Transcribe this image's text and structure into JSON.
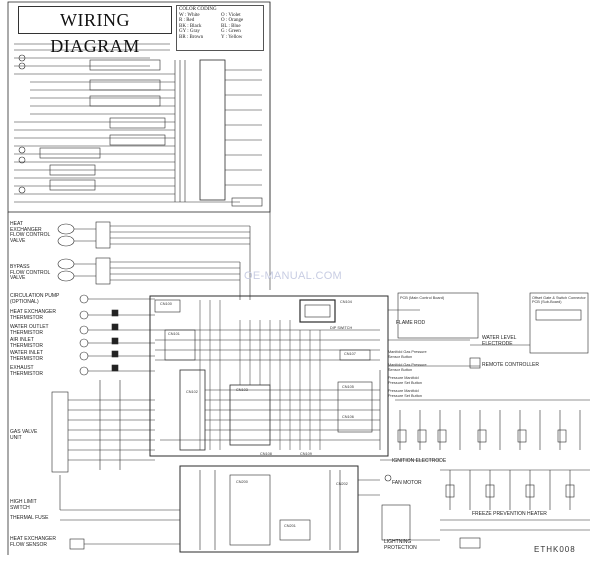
{
  "title": "WIRING DIAGRAM",
  "watermark": "OE-MANUAL.COM",
  "doc_code": "ETHK008",
  "color_coding": {
    "title": "COLOR CODING",
    "entries": [
      "W : White",
      "O : Violet",
      "R : Red",
      "O : Orange",
      "BK : Black",
      "BL : Blue",
      "GY : Gray",
      "G : Green",
      "BR : Brown",
      "Y : Yellow"
    ]
  },
  "left_labels": {
    "heat_exchanger_valve": "HEAT\nEXCHANGER\nFLOW CONTROL\nVALVE",
    "bypass_valve": "BYPASS\nFLOW CONTROL\nVALVE",
    "circulation_pump": "CIRCULATION PUMP\n(OPTIONAL)",
    "heat_exchanger_thermistor": "HEAT EXCHANGER\nTHERMISTOR",
    "water_outlet_thermistor": "WATER OUTLET\nTHERMISTOR",
    "air_inlet_thermistor": "AIR INLET\nTHERMISTOR",
    "water_inlet_thermistor": "WATER INLET\nTHERMISTOR",
    "exhaust_thermistor": "EXHAUST\nTHERMISTOR",
    "gas_valve": "GAS VALVE\nUNIT",
    "high_limit_switch": "HIGH LIMIT\nSWITCH",
    "thermal_fuse": "THERMAL FUSE",
    "flow_sensor": "HEAT EXCHANGER\nFLOW SENSOR"
  },
  "right_labels": {
    "flame_rod": "FLAME ROD",
    "water_level_electrode": "WATER LEVEL\nELECTRODE",
    "remote_controller": "REMOTE CONTROLLER",
    "ignition_electrode": "IGNITION ELECTRODE",
    "fan_motor": "FAN MOTOR",
    "lightning_protection": "LIGHTNING\nPROTECTION",
    "freeze_heater": "FREEZE PREVENTION HEATER",
    "pcb_label": "PCB (Main Control Board)",
    "sub_pcb_label": "Offset Gate & Switch Connector\nPCB (Sub-Board)",
    "dip_switch": "DIP SWITCH"
  },
  "pressure_switch_labels": [
    "Manifold Gas Pressure",
    "Sensor Button",
    "Manifold Gas Pressure",
    "Sensor Button",
    "Pressure Manifold",
    "Pressure Set Button",
    "Pressure Manifold",
    "Pressure Set Button"
  ],
  "connectors": [
    "CN100",
    "CN101",
    "CN102",
    "CN103",
    "CN104",
    "CN105",
    "CN106",
    "CN107",
    "CN108",
    "CN109",
    "CN200",
    "CN201",
    "CN202"
  ]
}
